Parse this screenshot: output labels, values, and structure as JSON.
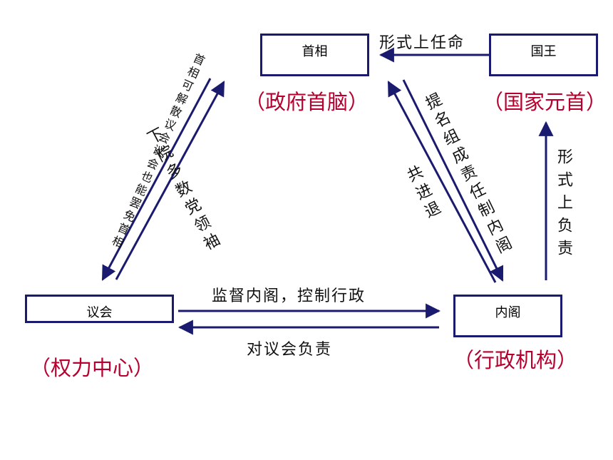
{
  "nodes": {
    "prime_minister": "首相",
    "king": "国王",
    "parliament": "议会",
    "cabinet": "内阁"
  },
  "roles": {
    "prime_minister": "（政府首脑）",
    "king": "（国家元首）",
    "parliament": "（权力中心）",
    "cabinet": "（行政机构）"
  },
  "edges": {
    "king_to_pm": "形式上任命",
    "cabinet_to_king": "形式上负责",
    "parliament_to_pm": "下院多数党领袖",
    "pm_to_parliament": "首相可解散议会议会也能罢免首相",
    "pm_to_cabinet": "提名组成责任制内阁",
    "cabinet_pm_shared": "共进退",
    "parliament_to_cabinet": "监督内阁，控制行政",
    "cabinet_to_parliament": "对议会负责"
  },
  "colors": {
    "arrow": "#1a1a6e",
    "role_text": "#b8002e"
  }
}
